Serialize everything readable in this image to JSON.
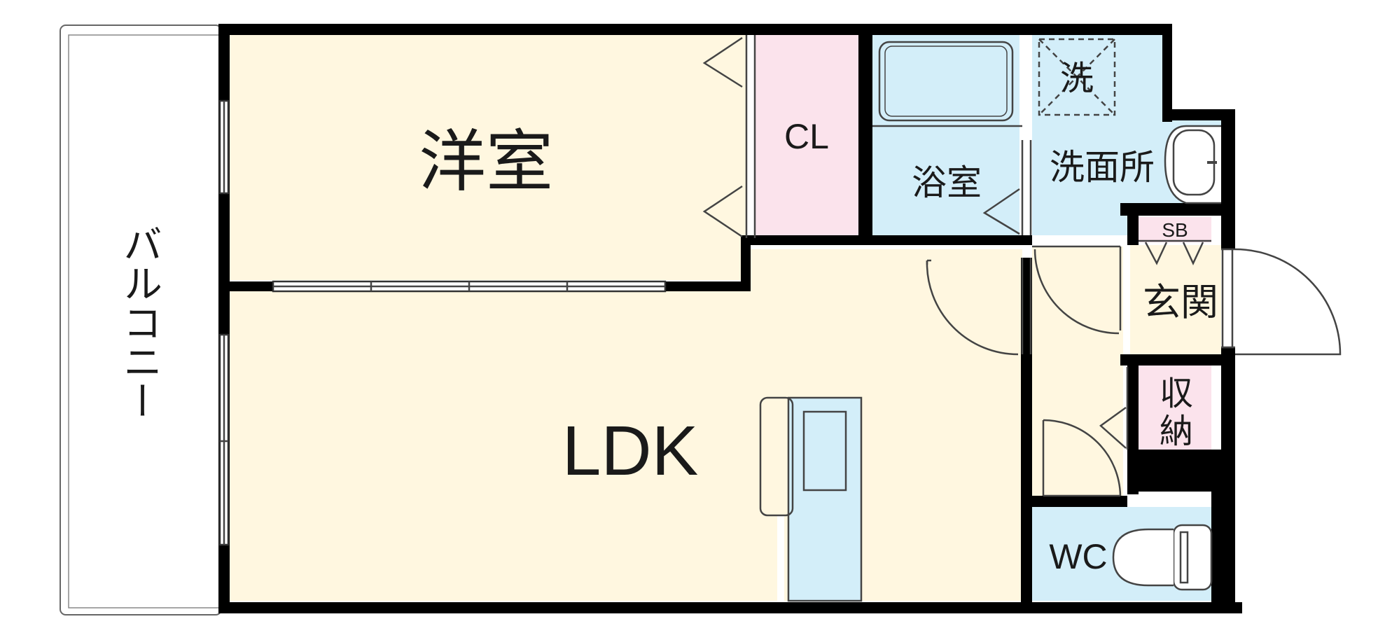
{
  "rooms": {
    "bedroom": "洋室",
    "closet": "CL",
    "bath": "浴室",
    "washroom": "洗面所",
    "washer": "洗",
    "shoe_box": "SB",
    "entrance": "玄関",
    "storage_line1": "収",
    "storage_line2": "納",
    "living": "LDK",
    "toilet": "WC"
  },
  "balcony": {
    "label": "バルコニー"
  },
  "colors": {
    "wall": "#000000",
    "dry_floor": "#fff7e0",
    "wet_floor": "#d3eef9",
    "closet_floor": "#fbe3ec",
    "balcony_floor": "#ffffff",
    "line": "#444444"
  }
}
